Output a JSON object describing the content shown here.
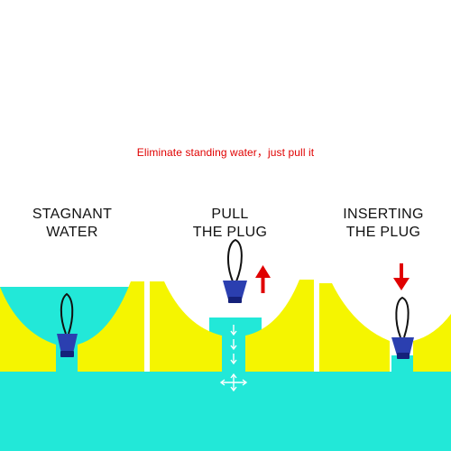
{
  "caption": "Eliminate standing water，just pull it",
  "panels": [
    {
      "title_line1": "STAGNANT",
      "title_line2": "WATER",
      "state": "plug-seated-stagnant"
    },
    {
      "title_line1": "PULL",
      "title_line2": "THE PLUG",
      "state": "plug-pulled-up",
      "arrow": "up"
    },
    {
      "title_line1": "INSERTING",
      "title_line2": "THE PLUG",
      "state": "plug-seated-dry",
      "arrow": "down"
    }
  ],
  "colors": {
    "water": "#22e8d8",
    "hull": "#f5f500",
    "plug": "#2b3fb0",
    "plug_dark": "#15217a",
    "cord": "#111111",
    "arrow": "#e00000",
    "flow": "#ffffff",
    "caption": "#e00000",
    "background": "#ffffff"
  }
}
